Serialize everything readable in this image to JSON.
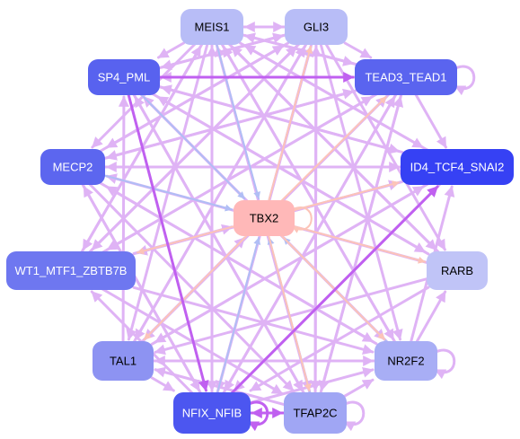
{
  "colors": {
    "edge_lavender": "#dfb3f5",
    "edge_purple": "#c060f0",
    "edge_blue": "#b0bef5",
    "edge_pink": "#fcc4b8",
    "hub_fill": "#ffb8b8"
  },
  "nodes": [
    {
      "id": "meis1",
      "label": "MEIS1",
      "fill": "#b8bdf7",
      "text": "#000000"
    },
    {
      "id": "gli3",
      "label": "GLI3",
      "fill": "#b8bdf7",
      "text": "#000000"
    },
    {
      "id": "sp4_pml",
      "label": "SP4_PML",
      "fill": "#5862ef",
      "text": "#ffffff"
    },
    {
      "id": "tead3_tead1",
      "label": "TEAD3_TEAD1",
      "fill": "#5a64ef",
      "text": "#ffffff"
    },
    {
      "id": "mecp2",
      "label": "MECP2",
      "fill": "#5c66ef",
      "text": "#ffffff"
    },
    {
      "id": "id4_tcf4_snai2",
      "label": "ID4_TCF4_SNAI2",
      "fill": "#3641f4",
      "text": "#ffffff"
    },
    {
      "id": "tbx2",
      "label": "TBX2",
      "fill": "#ffb8b8",
      "text": "#000000"
    },
    {
      "id": "wt1_mtf1_zbtb7b",
      "label": "WT1_MTF1_ZBTB7B",
      "fill": "#6e77f0",
      "text": "#ffffff"
    },
    {
      "id": "rarb",
      "label": "RARB",
      "fill": "#c0c4f7",
      "text": "#000000"
    },
    {
      "id": "tal1",
      "label": "TAL1",
      "fill": "#8d93f2",
      "text": "#000000"
    },
    {
      "id": "nr2f2",
      "label": "NR2F2",
      "fill": "#a8aef5",
      "text": "#000000"
    },
    {
      "id": "nfix_nfib",
      "label": "NFIX_NFIB",
      "fill": "#4c56f0",
      "text": "#ffffff"
    },
    {
      "id": "tfap2c",
      "label": "TFAP2C",
      "fill": "#a0a6f4",
      "text": "#000000"
    }
  ],
  "edges": [
    {
      "from": "tbx2",
      "to": "gli3",
      "color": "edge_pink",
      "weight": 2
    },
    {
      "from": "tbx2",
      "to": "tead3_tead1",
      "color": "edge_pink",
      "weight": 2
    },
    {
      "from": "tbx2",
      "to": "id4_tcf4_snai2",
      "color": "edge_pink",
      "weight": 2
    },
    {
      "from": "tbx2",
      "to": "rarb",
      "color": "edge_pink",
      "weight": 2
    },
    {
      "from": "tbx2",
      "to": "nr2f2",
      "color": "edge_pink",
      "weight": 2
    },
    {
      "from": "tbx2",
      "to": "tfap2c",
      "color": "edge_pink",
      "weight": 2
    },
    {
      "from": "tbx2",
      "to": "tal1",
      "color": "edge_pink",
      "weight": 2
    },
    {
      "from": "tbx2",
      "to": "wt1_mtf1_zbtb7b",
      "color": "edge_pink",
      "weight": 2
    },
    {
      "from": "tbx2",
      "to": "tbx2",
      "color": "edge_pink",
      "weight": 2
    },
    {
      "from": "meis1",
      "to": "tbx2",
      "color": "edge_blue",
      "weight": 2
    },
    {
      "from": "sp4_pml",
      "to": "tbx2",
      "color": "edge_blue",
      "weight": 2
    },
    {
      "from": "mecp2",
      "to": "tbx2",
      "color": "edge_blue",
      "weight": 2
    },
    {
      "from": "nfix_nfib",
      "to": "tbx2",
      "color": "edge_blue",
      "weight": 2
    },
    {
      "from": "tfap2c",
      "to": "tbx2",
      "color": "edge_blue",
      "weight": 2
    },
    {
      "from": "nr2f2",
      "to": "tbx2",
      "color": "edge_blue",
      "weight": 2
    },
    {
      "from": "tal1",
      "to": "tbx2",
      "color": "edge_lavender",
      "weight": 3
    },
    {
      "from": "wt1_mtf1_zbtb7b",
      "to": "tbx2",
      "color": "edge_lavender",
      "weight": 3
    },
    {
      "from": "meis1",
      "to": "gli3",
      "color": "edge_lavender",
      "weight": 3
    },
    {
      "from": "meis1",
      "to": "tead3_tead1",
      "color": "edge_lavender",
      "weight": 3
    },
    {
      "from": "meis1",
      "to": "id4_tcf4_snai2",
      "color": "edge_lavender",
      "weight": 3
    },
    {
      "from": "meis1",
      "to": "nr2f2",
      "color": "edge_lavender",
      "weight": 3
    },
    {
      "from": "meis1",
      "to": "tfap2c",
      "color": "edge_lavender",
      "weight": 3
    },
    {
      "from": "meis1",
      "to": "nfix_nfib",
      "color": "edge_lavender",
      "weight": 3
    },
    {
      "from": "meis1",
      "to": "tal1",
      "color": "edge_lavender",
      "weight": 3
    },
    {
      "from": "meis1",
      "to": "wt1_mtf1_zbtb7b",
      "color": "edge_lavender",
      "weight": 3
    },
    {
      "from": "meis1",
      "to": "mecp2",
      "color": "edge_lavender",
      "weight": 3
    },
    {
      "from": "meis1",
      "to": "sp4_pml",
      "color": "edge_lavender",
      "weight": 3
    },
    {
      "from": "meis1",
      "to": "rarb",
      "color": "edge_lavender",
      "weight": 3
    },
    {
      "from": "gli3",
      "to": "meis1",
      "color": "edge_lavender",
      "weight": 3
    },
    {
      "from": "gli3",
      "to": "sp4_pml",
      "color": "edge_lavender",
      "weight": 3
    },
    {
      "from": "gli3",
      "to": "mecp2",
      "color": "edge_lavender",
      "weight": 3
    },
    {
      "from": "gli3",
      "to": "wt1_mtf1_zbtb7b",
      "color": "edge_lavender",
      "weight": 3
    },
    {
      "from": "gli3",
      "to": "tal1",
      "color": "edge_lavender",
      "weight": 3
    },
    {
      "from": "gli3",
      "to": "nfix_nfib",
      "color": "edge_lavender",
      "weight": 3
    },
    {
      "from": "gli3",
      "to": "tfap2c",
      "color": "edge_lavender",
      "weight": 3
    },
    {
      "from": "gli3",
      "to": "nr2f2",
      "color": "edge_lavender",
      "weight": 3
    },
    {
      "from": "gli3",
      "to": "rarb",
      "color": "edge_lavender",
      "weight": 3
    },
    {
      "from": "gli3",
      "to": "tead3_tead1",
      "color": "edge_lavender",
      "weight": 3
    },
    {
      "from": "sp4_pml",
      "to": "tead3_tead1",
      "color": "edge_purple",
      "weight": 3
    },
    {
      "from": "sp4_pml",
      "to": "id4_tcf4_snai2",
      "color": "edge_lavender",
      "weight": 3
    },
    {
      "from": "sp4_pml",
      "to": "nr2f2",
      "color": "edge_lavender",
      "weight": 3
    },
    {
      "from": "sp4_pml",
      "to": "tfap2c",
      "color": "edge_lavender",
      "weight": 3
    },
    {
      "from": "sp4_pml",
      "to": "nfix_nfib",
      "color": "edge_purple",
      "weight": 3
    },
    {
      "from": "sp4_pml",
      "to": "rarb",
      "color": "edge_lavender",
      "weight": 3
    },
    {
      "from": "sp4_pml",
      "to": "gli3",
      "color": "edge_lavender",
      "weight": 3
    },
    {
      "from": "tead3_tead1",
      "to": "meis1",
      "color": "edge_lavender",
      "weight": 3
    },
    {
      "from": "tead3_tead1",
      "to": "sp4_pml",
      "color": "edge_lavender",
      "weight": 3
    },
    {
      "from": "tead3_tead1",
      "to": "mecp2",
      "color": "edge_lavender",
      "weight": 3
    },
    {
      "from": "tead3_tead1",
      "to": "wt1_mtf1_zbtb7b",
      "color": "edge_lavender",
      "weight": 3
    },
    {
      "from": "tead3_tead1",
      "to": "tal1",
      "color": "edge_lavender",
      "weight": 3
    },
    {
      "from": "tead3_tead1",
      "to": "nfix_nfib",
      "color": "edge_lavender",
      "weight": 3
    },
    {
      "from": "tead3_tead1",
      "to": "tfap2c",
      "color": "edge_lavender",
      "weight": 3
    },
    {
      "from": "tead3_tead1",
      "to": "id4_tcf4_snai2",
      "color": "edge_lavender",
      "weight": 3
    },
    {
      "from": "tead3_tead1",
      "to": "tead3_tead1",
      "color": "edge_lavender",
      "weight": 3
    },
    {
      "from": "mecp2",
      "to": "id4_tcf4_snai2",
      "color": "edge_lavender",
      "weight": 3
    },
    {
      "from": "mecp2",
      "to": "tead3_tead1",
      "color": "edge_lavender",
      "weight": 3
    },
    {
      "from": "mecp2",
      "to": "nfix_nfib",
      "color": "edge_lavender",
      "weight": 3
    },
    {
      "from": "mecp2",
      "to": "tfap2c",
      "color": "edge_lavender",
      "weight": 3
    },
    {
      "from": "mecp2",
      "to": "nr2f2",
      "color": "edge_lavender",
      "weight": 3
    },
    {
      "from": "mecp2",
      "to": "gli3",
      "color": "edge_lavender",
      "weight": 3
    },
    {
      "from": "id4_tcf4_snai2",
      "to": "mecp2",
      "color": "edge_lavender",
      "weight": 3
    },
    {
      "from": "id4_tcf4_snai2",
      "to": "sp4_pml",
      "color": "edge_lavender",
      "weight": 3
    },
    {
      "from": "id4_tcf4_snai2",
      "to": "wt1_mtf1_zbtb7b",
      "color": "edge_lavender",
      "weight": 3
    },
    {
      "from": "id4_tcf4_snai2",
      "to": "tal1",
      "color": "edge_lavender",
      "weight": 3
    },
    {
      "from": "id4_tcf4_snai2",
      "to": "meis1",
      "color": "edge_lavender",
      "weight": 3
    },
    {
      "from": "id4_tcf4_snai2",
      "to": "nfix_nfib",
      "color": "edge_lavender",
      "weight": 3
    },
    {
      "from": "wt1_mtf1_zbtb7b",
      "to": "tead3_tead1",
      "color": "edge_lavender",
      "weight": 3
    },
    {
      "from": "wt1_mtf1_zbtb7b",
      "to": "id4_tcf4_snai2",
      "color": "edge_lavender",
      "weight": 3
    },
    {
      "from": "wt1_mtf1_zbtb7b",
      "to": "nr2f2",
      "color": "edge_lavender",
      "weight": 3
    },
    {
      "from": "wt1_mtf1_zbtb7b",
      "to": "tfap2c",
      "color": "edge_lavender",
      "weight": 3
    },
    {
      "from": "wt1_mtf1_zbtb7b",
      "to": "gli3",
      "color": "edge_lavender",
      "weight": 3
    },
    {
      "from": "wt1_mtf1_zbtb7b",
      "to": "meis1",
      "color": "edge_lavender",
      "weight": 3
    },
    {
      "from": "rarb",
      "to": "mecp2",
      "color": "edge_lavender",
      "weight": 3
    },
    {
      "from": "rarb",
      "to": "tal1",
      "color": "edge_lavender",
      "weight": 3
    },
    {
      "from": "rarb",
      "to": "nfix_nfib",
      "color": "edge_lavender",
      "weight": 3
    },
    {
      "from": "rarb",
      "to": "sp4_pml",
      "color": "edge_lavender",
      "weight": 3
    },
    {
      "from": "rarb",
      "to": "meis1",
      "color": "edge_lavender",
      "weight": 3
    },
    {
      "from": "tal1",
      "to": "tead3_tead1",
      "color": "edge_lavender",
      "weight": 3
    },
    {
      "from": "tal1",
      "to": "id4_tcf4_snai2",
      "color": "edge_lavender",
      "weight": 3
    },
    {
      "from": "tal1",
      "to": "nr2f2",
      "color": "edge_lavender",
      "weight": 3
    },
    {
      "from": "tal1",
      "to": "gli3",
      "color": "edge_lavender",
      "weight": 3
    },
    {
      "from": "tal1",
      "to": "sp4_pml",
      "color": "edge_lavender",
      "weight": 3
    },
    {
      "from": "tal1",
      "to": "nfix_nfib",
      "color": "edge_lavender",
      "weight": 3
    },
    {
      "from": "nr2f2",
      "to": "meis1",
      "color": "edge_lavender",
      "weight": 3
    },
    {
      "from": "nr2f2",
      "to": "sp4_pml",
      "color": "edge_lavender",
      "weight": 3
    },
    {
      "from": "nr2f2",
      "to": "mecp2",
      "color": "edge_lavender",
      "weight": 3
    },
    {
      "from": "nr2f2",
      "to": "tal1",
      "color": "edge_lavender",
      "weight": 3
    },
    {
      "from": "nr2f2",
      "to": "rarb",
      "color": "edge_lavender",
      "weight": 3
    },
    {
      "from": "nr2f2",
      "to": "id4_tcf4_snai2",
      "color": "edge_lavender",
      "weight": 3
    },
    {
      "from": "nr2f2",
      "to": "nr2f2",
      "color": "edge_lavender",
      "weight": 3
    },
    {
      "from": "nfix_nfib",
      "to": "id4_tcf4_snai2",
      "color": "edge_purple",
      "weight": 3
    },
    {
      "from": "nfix_nfib",
      "to": "tead3_tead1",
      "color": "edge_lavender",
      "weight": 3
    },
    {
      "from": "nfix_nfib",
      "to": "gli3",
      "color": "edge_lavender",
      "weight": 3
    },
    {
      "from": "nfix_nfib",
      "to": "meis1",
      "color": "edge_lavender",
      "weight": 3
    },
    {
      "from": "nfix_nfib",
      "to": "nr2f2",
      "color": "edge_lavender",
      "weight": 3
    },
    {
      "from": "nfix_nfib",
      "to": "tfap2c",
      "color": "edge_purple",
      "weight": 3
    },
    {
      "from": "nfix_nfib",
      "to": "mecp2",
      "color": "edge_lavender",
      "weight": 3
    },
    {
      "from": "nfix_nfib",
      "to": "wt1_mtf1_zbtb7b",
      "color": "edge_lavender",
      "weight": 3
    },
    {
      "from": "nfix_nfib",
      "to": "nfix_nfib",
      "color": "edge_purple",
      "weight": 3
    },
    {
      "from": "tfap2c",
      "to": "meis1",
      "color": "edge_lavender",
      "weight": 3
    },
    {
      "from": "tfap2c",
      "to": "gli3",
      "color": "edge_lavender",
      "weight": 3
    },
    {
      "from": "tfap2c",
      "to": "sp4_pml",
      "color": "edge_lavender",
      "weight": 3
    },
    {
      "from": "tfap2c",
      "to": "tead3_tead1",
      "color": "edge_lavender",
      "weight": 3
    },
    {
      "from": "tfap2c",
      "to": "nr2f2",
      "color": "edge_lavender",
      "weight": 3
    },
    {
      "from": "tfap2c",
      "to": "nfix_nfib",
      "color": "edge_purple",
      "weight": 3
    },
    {
      "from": "tfap2c",
      "to": "tal1",
      "color": "edge_lavender",
      "weight": 3
    },
    {
      "from": "tfap2c",
      "to": "tfap2c",
      "color": "edge_lavender",
      "weight": 3
    }
  ]
}
